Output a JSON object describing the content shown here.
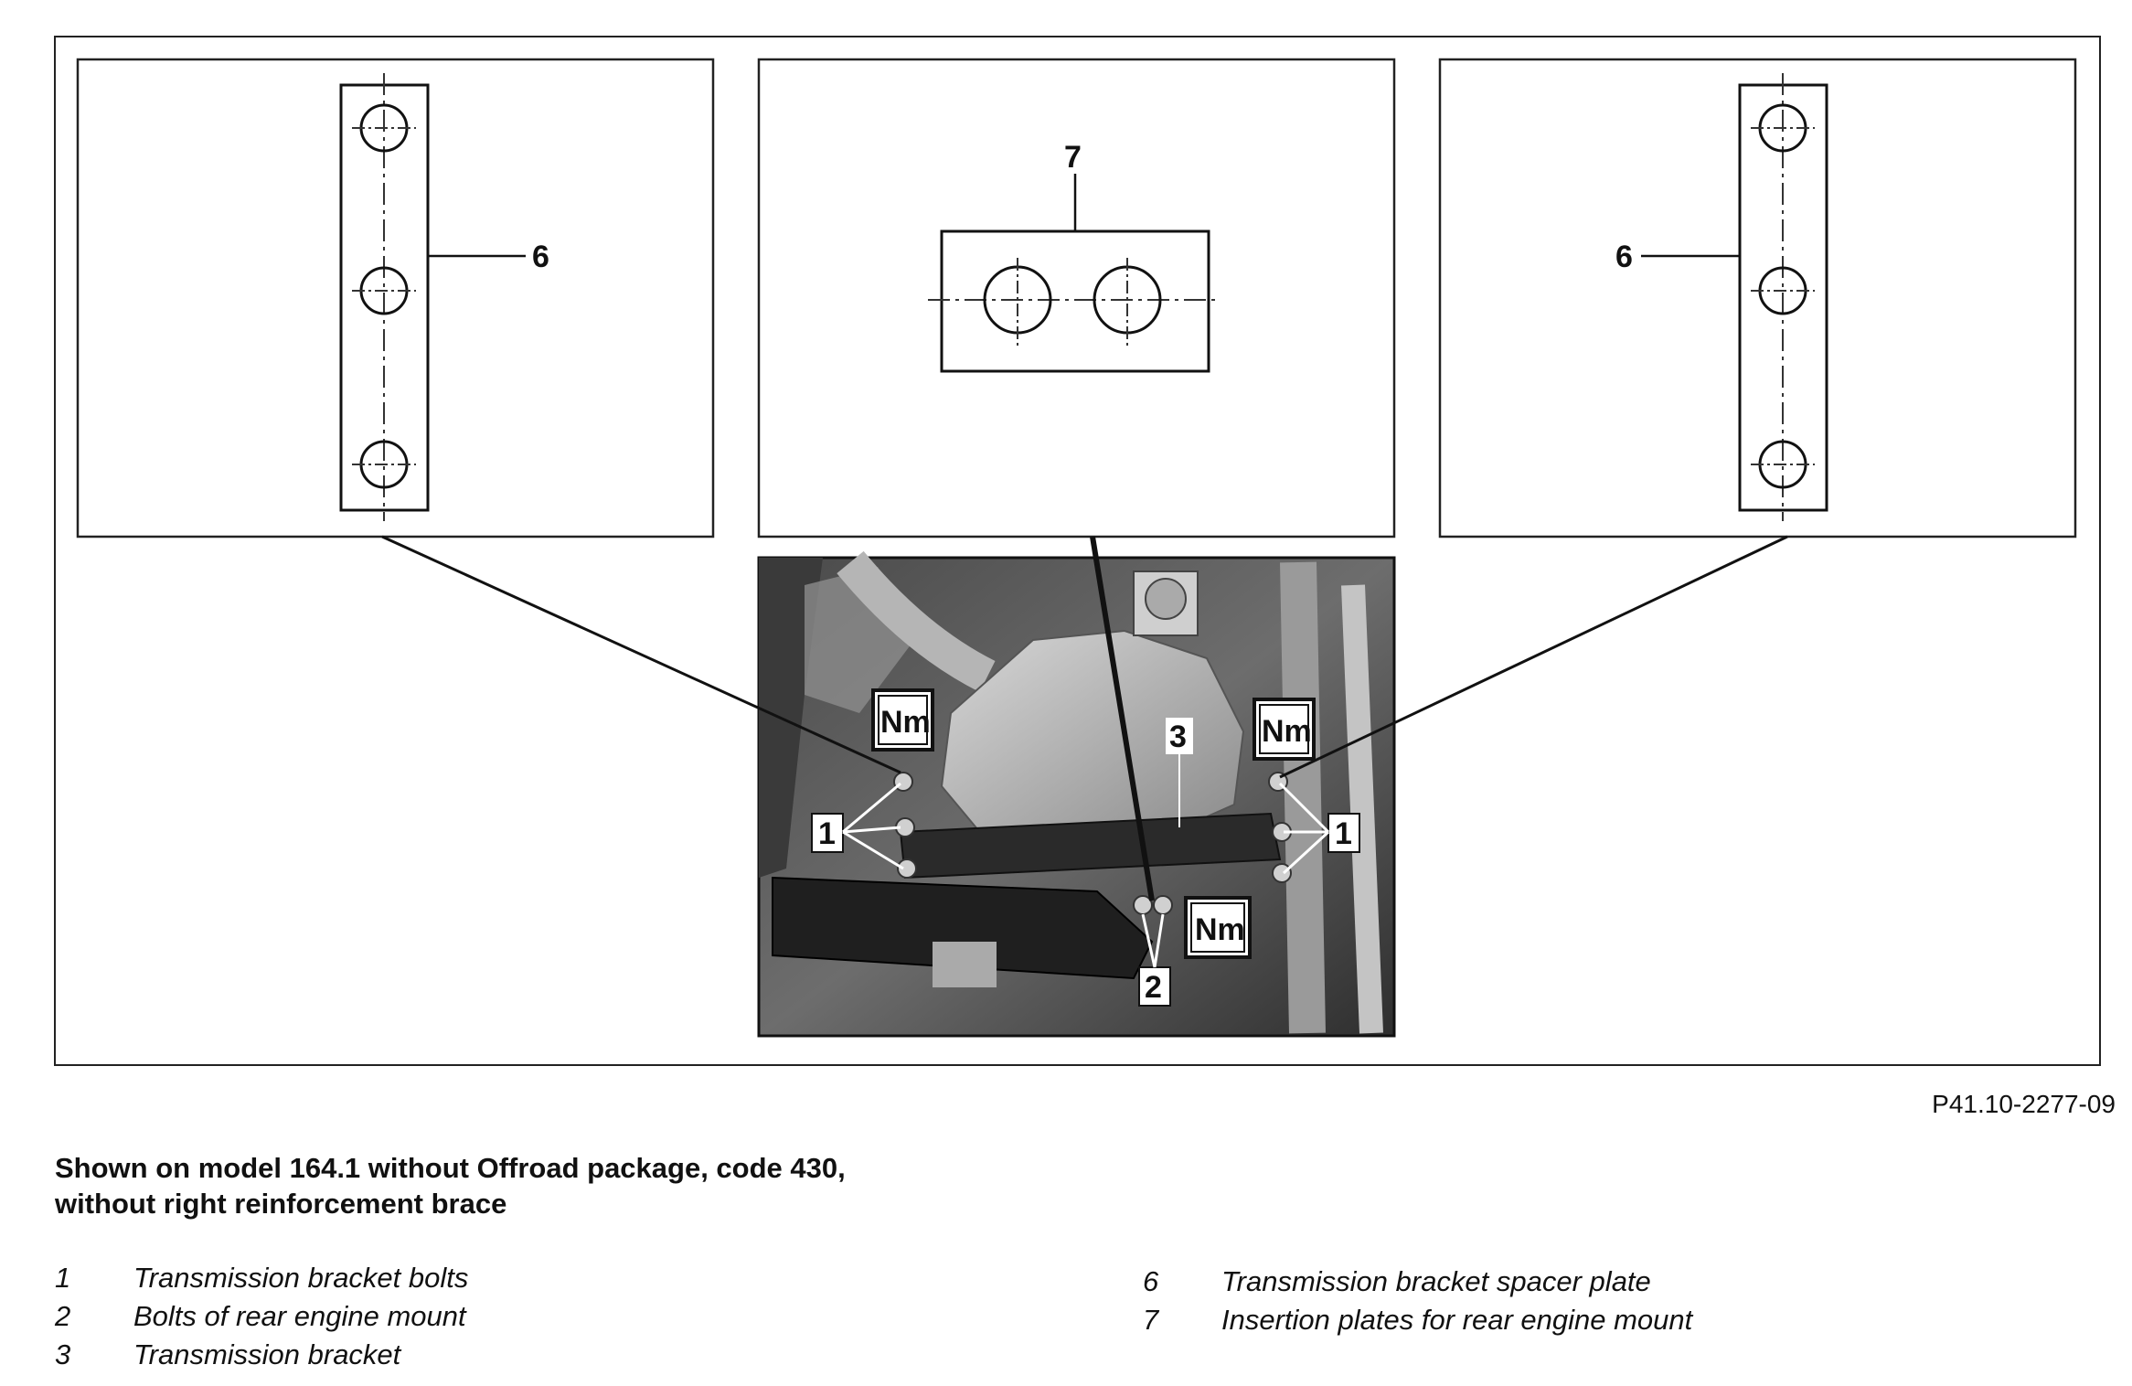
{
  "figure": {
    "reference_code": "P41.10-2277-09",
    "callouts": {
      "left_detail_label": "6",
      "center_detail_label": "7",
      "right_detail_label": "6",
      "photo_label_bracket": "3",
      "photo_label_bolts_left": "1",
      "photo_label_bolts_right": "1",
      "photo_label_mount_bolts": "2",
      "torque_symbol": "Nm"
    }
  },
  "caption": {
    "line1": "Shown on model 164.1 without Offroad package, code 430,",
    "line2": "without right reinforcement brace"
  },
  "legend": {
    "left": [
      {
        "num": "1",
        "text": "Transmission bracket bolts"
      },
      {
        "num": "2",
        "text": "Bolts of rear engine mount"
      },
      {
        "num": "3",
        "text": "Transmission bracket"
      }
    ],
    "right": [
      {
        "num": "6",
        "text": "Transmission bracket spacer plate"
      },
      {
        "num": "7",
        "text": "Insertion plates for rear engine mount"
      }
    ]
  }
}
